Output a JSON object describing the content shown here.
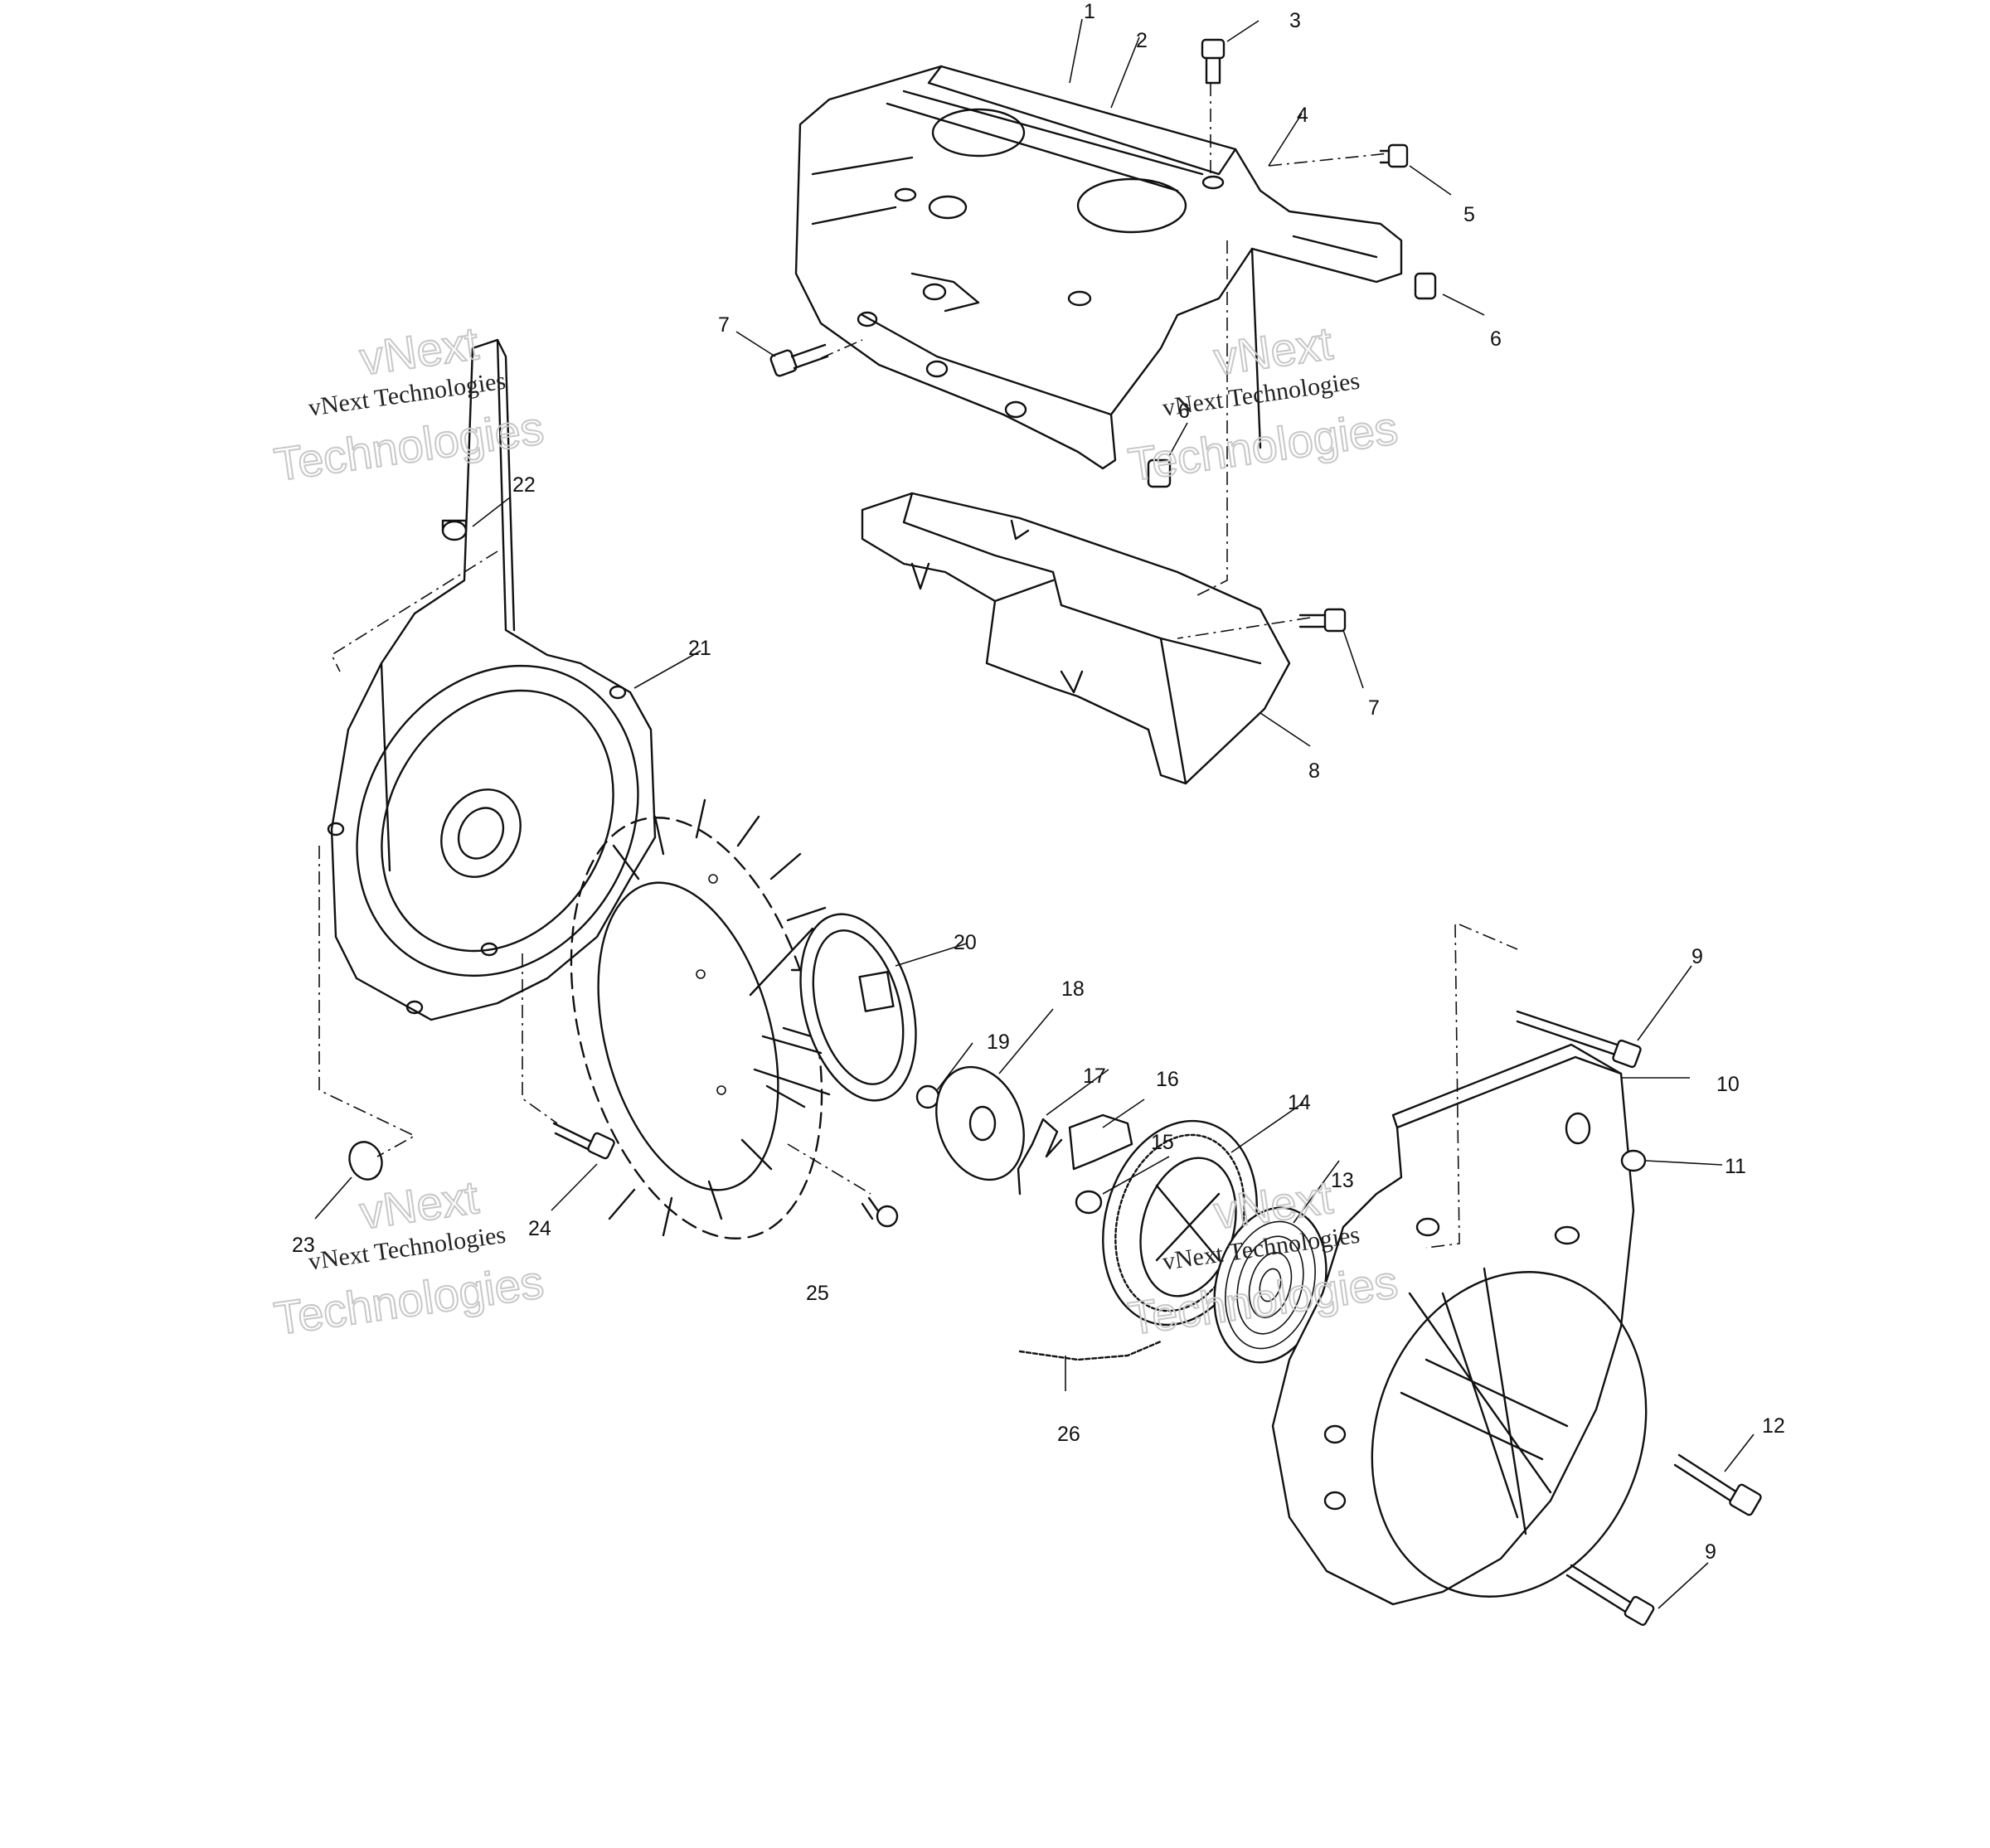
{
  "callouts": [
    {
      "id": "1",
      "text": "1"
    },
    {
      "id": "2",
      "text": "2"
    },
    {
      "id": "3",
      "text": "3"
    },
    {
      "id": "4",
      "text": "4"
    },
    {
      "id": "5",
      "text": "5"
    },
    {
      "id": "6a",
      "text": "6"
    },
    {
      "id": "6b",
      "text": "6"
    },
    {
      "id": "7a",
      "text": "7"
    },
    {
      "id": "7b",
      "text": "7"
    },
    {
      "id": "8",
      "text": "8"
    },
    {
      "id": "9a",
      "text": "9"
    },
    {
      "id": "9b",
      "text": "9"
    },
    {
      "id": "10",
      "text": "10"
    },
    {
      "id": "11",
      "text": "11"
    },
    {
      "id": "12",
      "text": "12"
    },
    {
      "id": "13",
      "text": "13"
    },
    {
      "id": "14",
      "text": "14"
    },
    {
      "id": "15",
      "text": "15"
    },
    {
      "id": "16",
      "text": "16"
    },
    {
      "id": "17",
      "text": "17"
    },
    {
      "id": "18",
      "text": "18"
    },
    {
      "id": "19",
      "text": "19"
    },
    {
      "id": "20",
      "text": "20"
    },
    {
      "id": "21",
      "text": "21"
    },
    {
      "id": "22",
      "text": "22"
    },
    {
      "id": "23",
      "text": "23"
    },
    {
      "id": "24",
      "text": "24"
    },
    {
      "id": "25",
      "text": "25"
    },
    {
      "id": "26",
      "text": "26"
    }
  ],
  "watermark": {
    "company": "vNext Technologies",
    "line_a": "vNext",
    "line_b": "Technologies"
  }
}
